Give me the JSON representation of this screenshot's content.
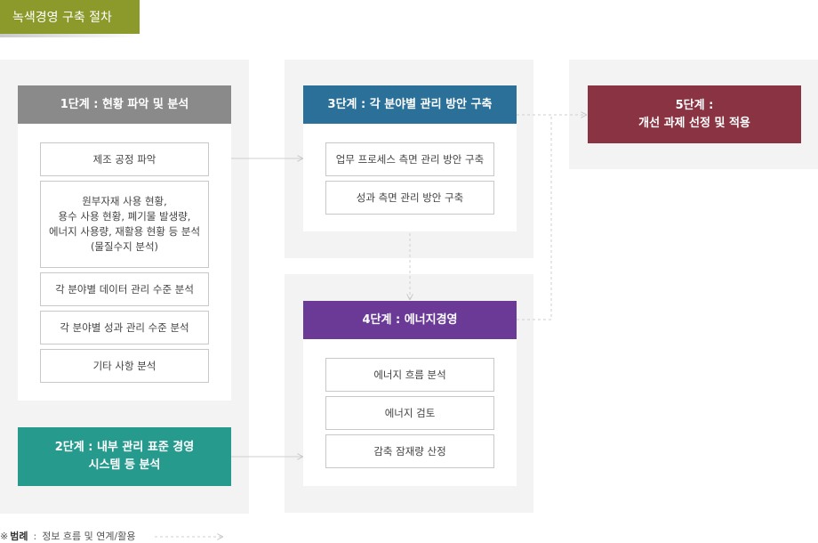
{
  "title": "녹색경영 구축 절차",
  "colors": {
    "title_bg": "#8b9a2a",
    "stage1": "#8a8a8a",
    "stage2": "#279a8e",
    "stage3": "#2a7099",
    "stage4": "#6a3a96",
    "stage5": "#8a3443",
    "panel": "#f3f3f3",
    "flow_line": "#cfcfcf"
  },
  "stages": {
    "s1": "1단계 : 현황 파악 및 분석",
    "s2": "2단계 : 내부 관리  표준 경영\n시스템 등 분석",
    "s3": "3단계 : 각 분야별 관리 방안 구축",
    "s4": "4단계 : 에너지경영",
    "s5": "5단계 :\n개선 과제 선정 및 적용"
  },
  "stage1_items": [
    "제조 공정 파악",
    "원부자재  사용 현황,\n용수 사용 현황,  폐기물 발생량,\n에너지 사용량,  재활용 현황 등 분석\n(물질수지 분석)",
    "각 분야별 데이터 관리 수준 분석",
    "각 분야별 성과 관리 수준 분석",
    "기타 사항 분석"
  ],
  "stage3_items": [
    "업무 프로세스 측면 관리 방안 구축",
    "성과 측면 관리 방안 구축"
  ],
  "stage4_items": [
    "에너지 흐름 분석",
    "에너지 검토",
    "감축 잠재량 산정"
  ],
  "legend": {
    "mark": "※",
    "key": "범례",
    "text": "정보 흐름 및 연계/활용"
  }
}
